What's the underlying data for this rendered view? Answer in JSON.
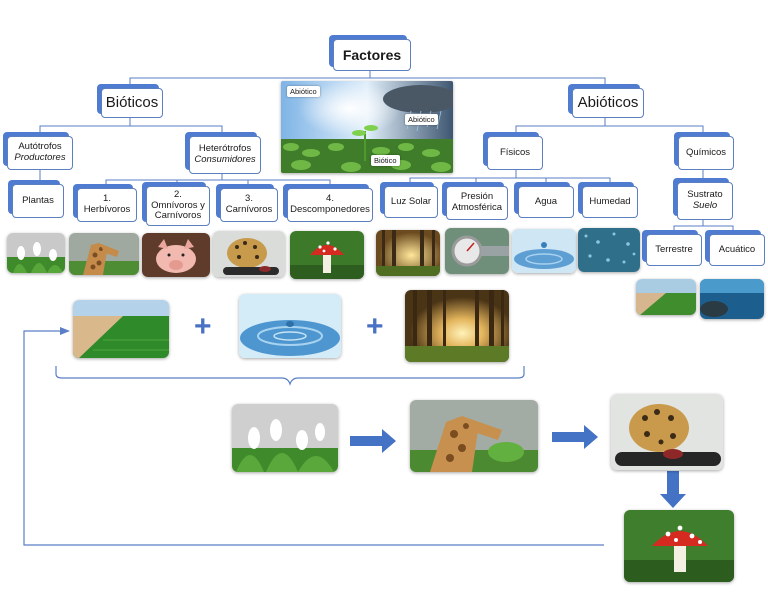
{
  "nodes": {
    "factores": "Factores",
    "bioticos": "Bióticos",
    "abioticos": "Abióticos",
    "autotrofos": {
      "title": "Autótrofos",
      "sub": "Productores"
    },
    "heterotrofos": {
      "title": "Heterótrofos",
      "sub": "Consumidores"
    },
    "plantas": "Plantas",
    "herbivoros": "1.\nHerbívoros",
    "omnivoros": "2.\nOmnívoros y\nCarnívoros",
    "carnivoros": "3.\nCarnívoros",
    "descomponedores": "4.\nDescomponedores",
    "fisicos": "Físicos",
    "quimicos": "Químicos",
    "luz_solar": "Luz Solar",
    "presion": "Presión\nAtmosférica",
    "agua": "Agua",
    "humedad": "Humedad",
    "sustrato": {
      "title": "Sustrato",
      "sub": "Suelo"
    },
    "terrestre": "Terrestre",
    "acuatico": "Acuático"
  },
  "center_image": {
    "tag_1": "Abiótico",
    "tag_2": "Abiótico",
    "tag_3": "Biótico"
  },
  "symbols": {
    "plus": "+"
  },
  "colors": {
    "accent": "#4f7bd0",
    "line": "#5a7fc6",
    "arrow": "#4472c4"
  }
}
